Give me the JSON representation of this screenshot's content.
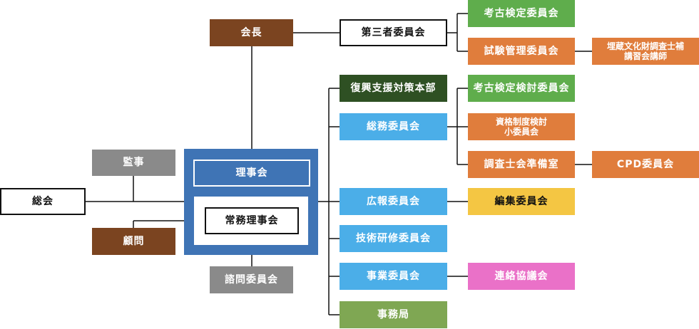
{
  "nodes": {
    "soukai": "総会",
    "kaicho": "会長",
    "kanji": "監事",
    "komon": "顧問",
    "rijikai": "理事会",
    "jomu": "常務理事会",
    "shimon": "諮問委員会",
    "daisansha": "第三者委員会",
    "koko_kentei": "考古検定委員会",
    "shiken": "試験管理委員会",
    "maizo": "埋蔵文化財調査士補\n講習会講師",
    "fukko": "復興支援対策本部",
    "somu": "総務委員会",
    "koko_kento": "考古検定検討委員会",
    "shikaku": "資格制度検討\n小委員会",
    "chosashi": "調査士会準備室",
    "cpd": "CPD委員会",
    "koho": "広報委員会",
    "henshu": "編集委員会",
    "gijutsu": "技術研修委員会",
    "jigyo": "事業委員会",
    "renraku": "連絡協議会",
    "jimukyoku": "事務局"
  },
  "colors": {
    "frame_blue": "#3f74b5",
    "line": "#111111"
  }
}
